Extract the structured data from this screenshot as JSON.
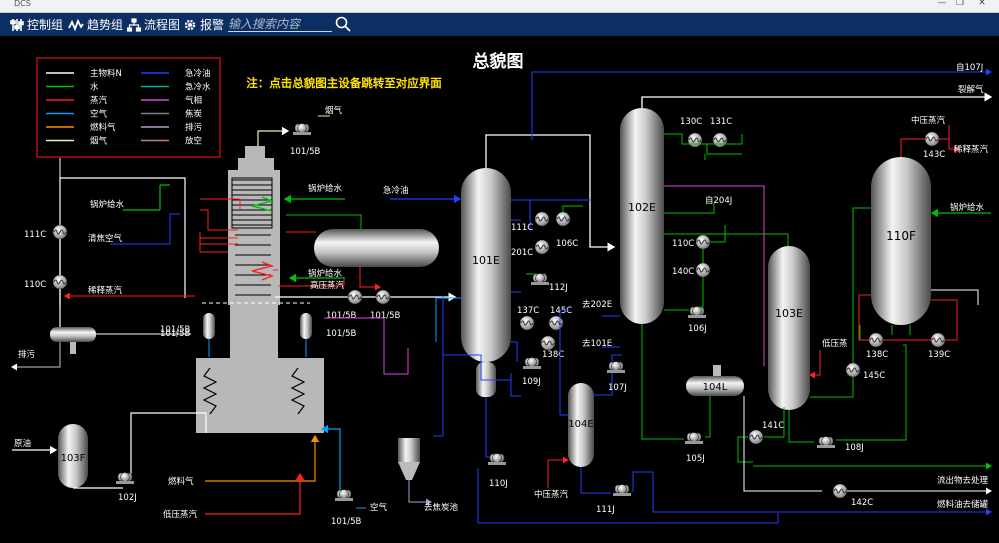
{
  "window": {
    "title": "DCS",
    "min": "—",
    "restore": "❐",
    "close": "✕"
  },
  "toolbar": {
    "control_group": "控制组",
    "trend_group": "趋势组",
    "flow_chart": "流程图",
    "alarm": "报警",
    "search_placeholder": "输入搜索内容"
  },
  "main": {
    "title": "总貌图",
    "notice": "注：点击总貌图主设备跳转至对应界面"
  },
  "legend": {
    "items": [
      {
        "label": "主物料N",
        "color": "#ffffff"
      },
      {
        "label": "急冷油",
        "color": "#1e40ff"
      },
      {
        "label": "水",
        "color": "#00c000"
      },
      {
        "label": "急冷水",
        "color": "#00b0a0"
      },
      {
        "label": "蒸汽",
        "color": "#ff2020"
      },
      {
        "label": "气相",
        "color": "#e040e0"
      },
      {
        "label": "空气",
        "color": "#00a0ff"
      },
      {
        "label": "焦炭",
        "color": "#808080"
      },
      {
        "label": "燃料气",
        "color": "#ff8c00"
      },
      {
        "label": "排污",
        "color": "#b89ad0"
      },
      {
        "label": "烟气",
        "color": "#f0f0a0"
      },
      {
        "label": "放空",
        "color": "#c08080"
      }
    ]
  },
  "equipment": {
    "e101": "101E",
    "e102": "102E",
    "e103": "103E",
    "e104": "104E",
    "f110": "110F",
    "f103": "103F",
    "l104": "104L"
  },
  "tags": {
    "t111c_left": "111C",
    "t110c_left": "110C",
    "t101_5b_top": "101/5B",
    "t101_5b_a": "101/5B",
    "t101_5b_b": "101/5B",
    "t101_5b_c": "101/5B",
    "t101_5b_d": "101/5B",
    "t101_5b_bottom": "101/5B",
    "t102j": "102J",
    "t111c": "111C",
    "t106c": "106C",
    "t201c": "201C",
    "t112j": "112J",
    "t137c": "137C",
    "t145c_a": "145C",
    "t138c_a": "138C",
    "t109j": "109J",
    "t110j": "110J",
    "t107j": "107J",
    "t130c": "130C",
    "t131c": "131C",
    "t110c": "110C",
    "t140c": "140C",
    "t106j": "106J",
    "t105j": "105J",
    "t111j": "111J",
    "t141c": "141C",
    "t108j": "108J",
    "t145c_b": "145C",
    "t142c": "142C",
    "t143c": "143C",
    "t138c_b": "138C",
    "t139c": "139C"
  },
  "streams": {
    "s_smoke": "烟气",
    "s_boiler_water_1": "锅炉给水",
    "s_clean_air": "清焦空气",
    "s_dilute_steam_left": "稀释蒸汽",
    "s_drain": "排污",
    "s_crude": "原油",
    "s_boiler_water_2": "锅炉给水",
    "s_boiler_water_3": "锅炉给水",
    "s_hp_steam": "高压蒸汽",
    "s_quench_oil": "急冷油",
    "s_fuel_gas": "燃料气",
    "s_lp_steam_bottom": "低压蒸汽",
    "s_air": "空气",
    "s_coke_pool": "去焦炭池",
    "s_from_107j": "自107J",
    "s_cracked_gas": "裂解气",
    "s_to_202e": "去202E",
    "s_to_101e": "去101E",
    "s_from_204j": "自204J",
    "s_mp_steam": "中压蒸汽",
    "s_lp_steam_right": "低压蒸",
    "s_hp_steam_right": "中压蒸汽",
    "s_dilute_steam_right": "稀释蒸汽",
    "s_boiler_water_4": "锅炉给水",
    "s_effluent": "流出物去处理",
    "s_fuel_oil": "燃料油去储罐"
  }
}
